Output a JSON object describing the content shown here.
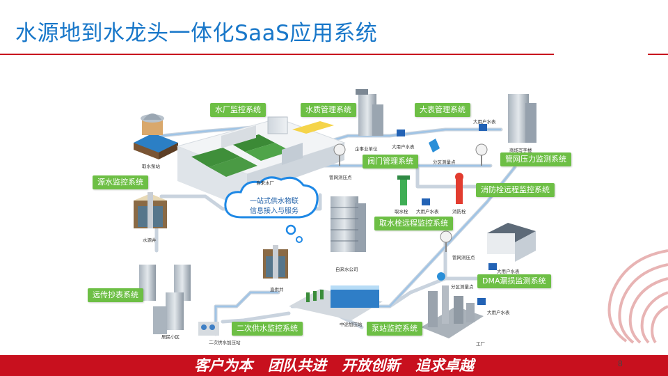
{
  "header": {
    "title": "水源地到水龙头一体化SaaS应用系统"
  },
  "diagram": {
    "systems": [
      "水厂监控系统",
      "水质管理系统",
      "大表管理系统",
      "源水监控系统",
      "阀门管理系统",
      "管网压力监测系统",
      "消防栓远程监控系统",
      "取水栓远程监控系统",
      "DMA漏损监测系统",
      "远传抄表系统",
      "二次供水监控系统",
      "泵站监控系统"
    ],
    "cloud": {
      "line1": "一站式供水物联",
      "line2": "信息接入与服务"
    },
    "small_labels": [
      "取水泵站",
      "自来水厂",
      "企事业单位",
      "大用户水表",
      "商场写字楼",
      "大用户水表",
      "管网测压点",
      "分区测量点",
      "取水栓",
      "大用户水表",
      "消防栓",
      "自来水公司",
      "水源井",
      "管网测压点",
      "大用户水表",
      "分区测量点",
      "大用户水表",
      "直供井",
      "中途加压站",
      "居民小区",
      "二次供水加压站",
      "工厂"
    ],
    "colors": {
      "label_green": "#6dbf45",
      "pipe_gray": "#c8d0da",
      "pipe_blue": "#9fc4e6",
      "cloud_blue": "#1e88e5"
    }
  },
  "footer": {
    "slogan": "客户为本   团队共进   开放创新   追求卓越",
    "page_number": "8"
  }
}
